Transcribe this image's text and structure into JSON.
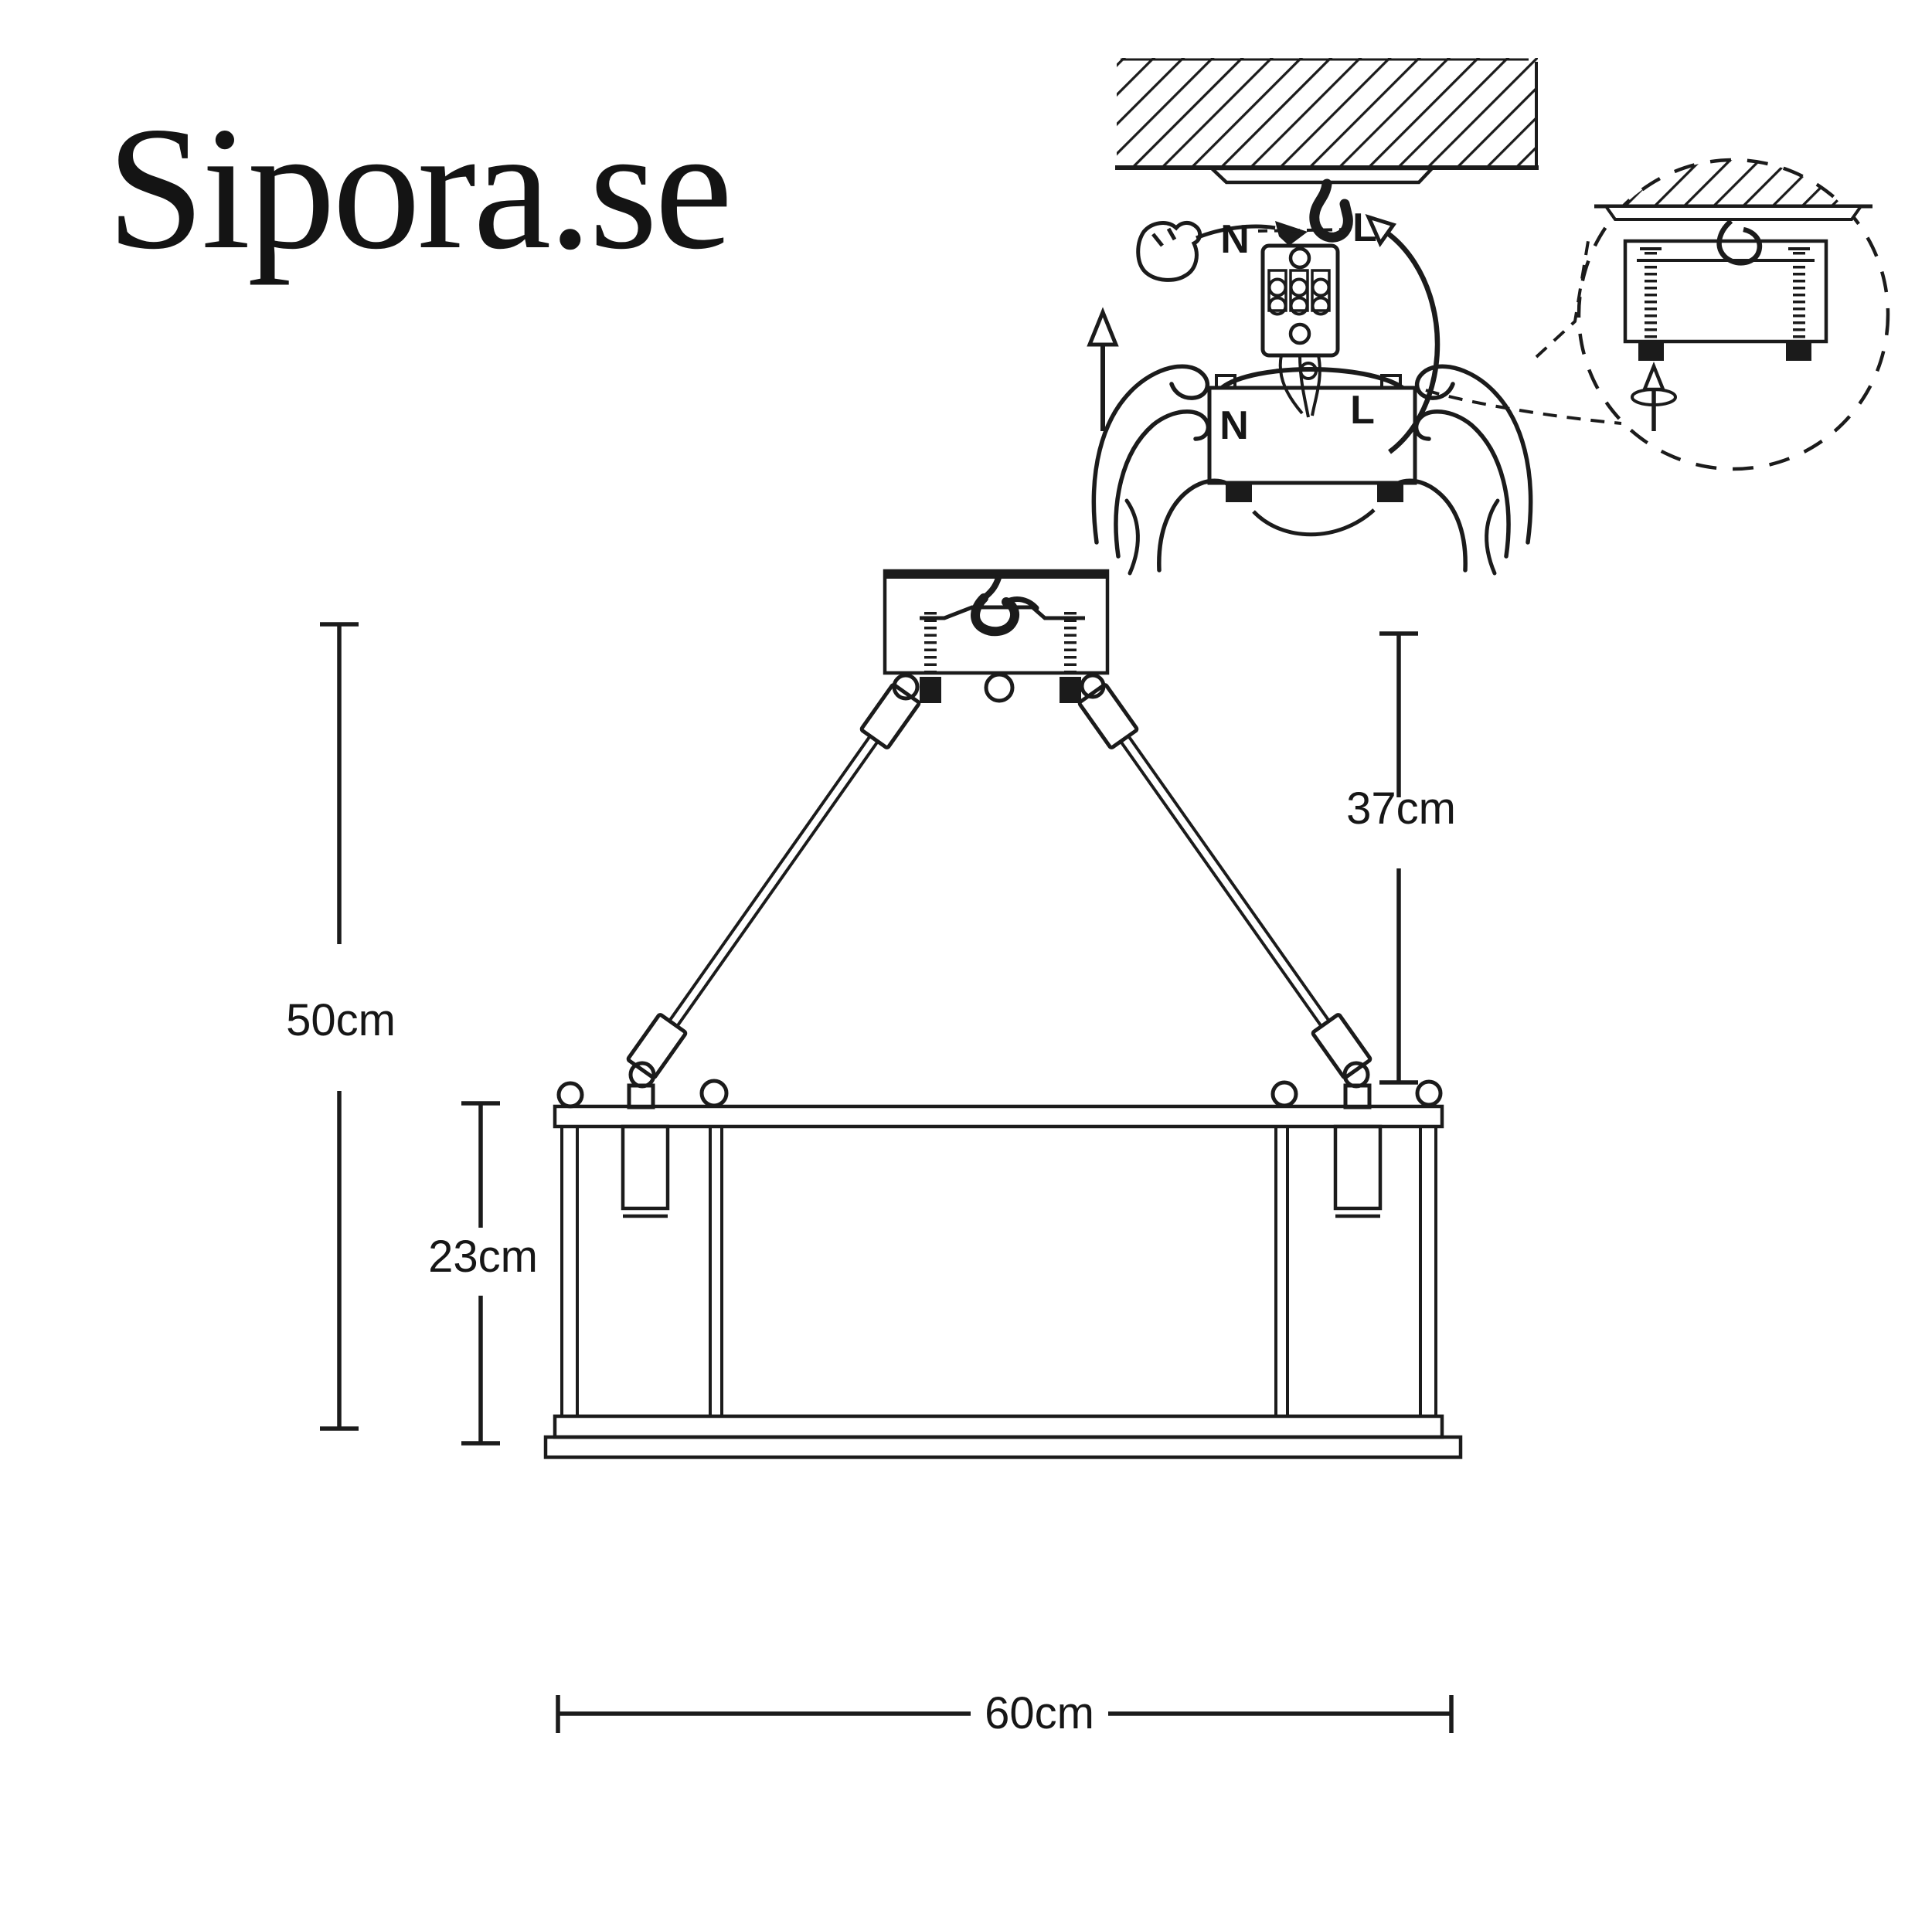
{
  "meta": {
    "description": "Lamp dimension and mounting instruction diagram",
    "background_color": "#ffffff",
    "ink_color": "#1b1b1b"
  },
  "logo": {
    "text": "Sipora.se"
  },
  "install": {
    "n_top": "N",
    "l_top": "L",
    "n_bottom": "N",
    "l_bottom": "L"
  },
  "dims": {
    "total_height": "50cm",
    "suspension_height": "37cm",
    "frame_height": "23cm",
    "width": "60cm"
  }
}
